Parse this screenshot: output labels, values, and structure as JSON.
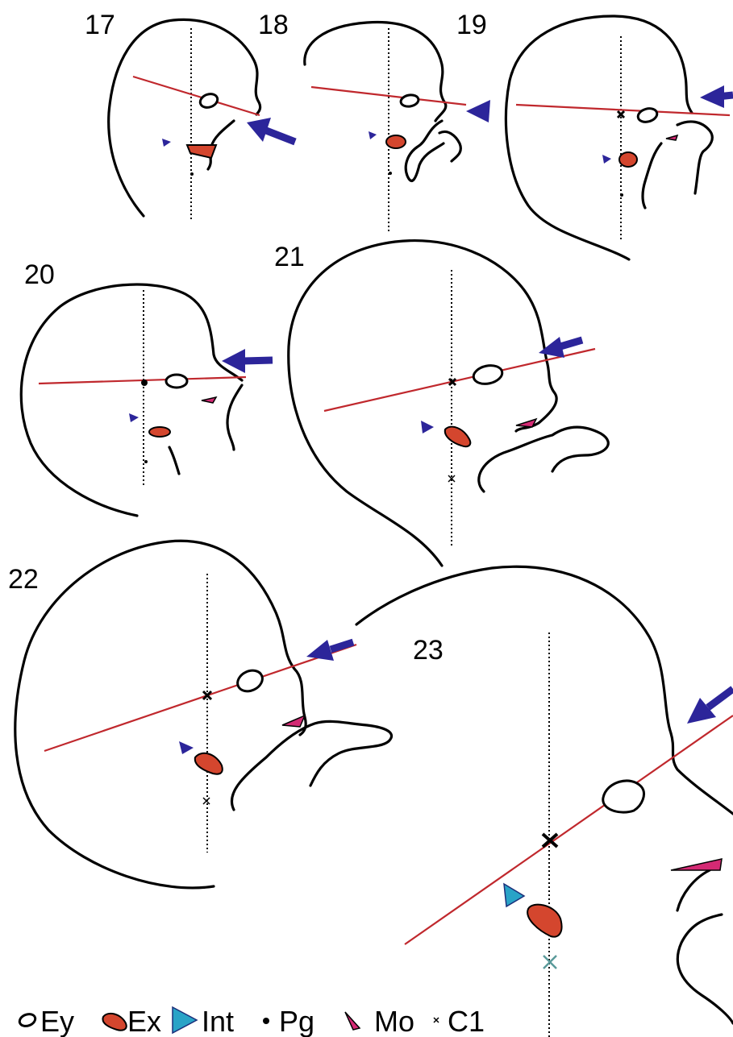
{
  "panels": [
    {
      "label": "17"
    },
    {
      "label": "18"
    },
    {
      "label": "19"
    },
    {
      "label": "20"
    },
    {
      "label": "21"
    },
    {
      "label": "22"
    },
    {
      "label": "23"
    }
  ],
  "legend": {
    "items": [
      {
        "key": "eye",
        "label": "Ey",
        "color": "#ffffff"
      },
      {
        "key": "ex",
        "label": "Ex",
        "color": "#d4462e"
      },
      {
        "key": "int",
        "label": "Int",
        "color": "#29a3c7"
      },
      {
        "key": "pg",
        "label": "Pg",
        "color": "#000000"
      },
      {
        "key": "mo",
        "label": "Mo",
        "color": "#d42a74"
      },
      {
        "key": "c1",
        "label": "C1",
        "color": "#000000"
      }
    ]
  },
  "colors": {
    "plane_line": "#c0282d",
    "arrow": "#2c259a",
    "outline": "#000000"
  }
}
